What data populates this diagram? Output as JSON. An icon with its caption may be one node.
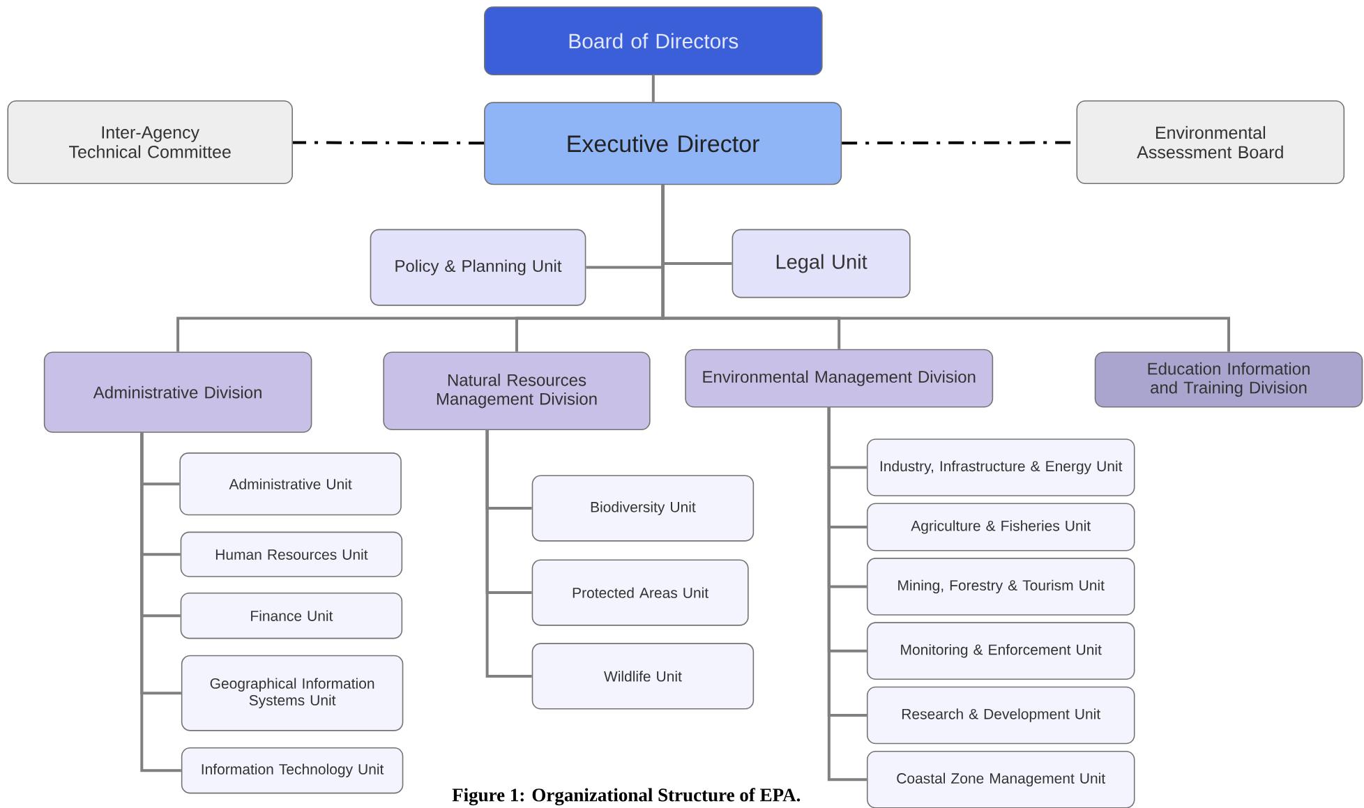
{
  "diagram": {
    "caption": "Figure 1: Organizational Structure of EPA.",
    "nodes": [
      {
        "text": [
          "Board of Directors"
        ]
      },
      {
        "text": [
          "Executive Director"
        ]
      },
      {
        "text": [
          "Inter-Agency Technical Committee"
        ]
      },
      {
        "text": [
          "Environmental Assessment Board"
        ]
      },
      {
        "text": [
          "Policy & Planning Unit"
        ]
      },
      {
        "text": [
          "Legal Unit"
        ]
      },
      {
        "text": [
          "Administrative Division"
        ]
      },
      {
        "text": [
          "Natural Resources Management Division"
        ]
      },
      {
        "text": [
          "Environmental Management Division"
        ]
      },
      {
        "text": [
          "Education Information and Training Division"
        ]
      },
      {
        "text": [
          "Administrative   Unit"
        ]
      },
      {
        "text": [
          "Human Resources Unit"
        ]
      },
      {
        "text": [
          "Finance Unit"
        ]
      },
      {
        "text": [
          "Geographical Information Systems Unit"
        ]
      },
      {
        "text": [
          "Information Technology Unit"
        ]
      },
      {
        "text": [
          "Biodiversity Unit"
        ]
      },
      {
        "text": [
          "Protected Areas Unit"
        ]
      },
      {
        "text": [
          "Wildlife Unit"
        ]
      },
      {
        "text": [
          "Industry, Infrastructure & Energy Unit"
        ]
      },
      {
        "text": [
          "Agriculture & Fisheries Unit"
        ]
      },
      {
        "text": [
          "Mining, Forestry & Tourism Unit"
        ]
      },
      {
        "text": [
          "Monitoring & Enforcement Unit"
        ]
      },
      {
        "text": [
          "Research & Development Unit"
        ]
      },
      {
        "text": [
          "Coastal Zone Management Unit"
        ]
      }
    ],
    "edges": [
      {
        "from": 0,
        "to": 1,
        "arrow": "none"
      },
      {
        "from": 1,
        "to": 2,
        "arrow": "none",
        "style": "dashed",
        "color": "#000000"
      },
      {
        "from": 1,
        "to": 3,
        "arrow": "none",
        "style": "dashed",
        "color": "#000000"
      },
      {
        "from": 1,
        "to": 4,
        "arrow": "none"
      },
      {
        "from": 1,
        "to": 5,
        "arrow": "none"
      },
      {
        "from": 1,
        "to": 6,
        "arrow": "none"
      },
      {
        "from": 1,
        "to": 7,
        "arrow": "none"
      },
      {
        "from": 1,
        "to": 8,
        "arrow": "none"
      },
      {
        "from": 1,
        "to": 9,
        "arrow": "none"
      },
      {
        "from": 6,
        "to": 10,
        "arrow": "none"
      },
      {
        "from": 6,
        "to": 11,
        "arrow": "none"
      },
      {
        "from": 6,
        "to": 12,
        "arrow": "none"
      },
      {
        "from": 6,
        "to": 13,
        "arrow": "none"
      },
      {
        "from": 6,
        "to": 14,
        "arrow": "none"
      },
      {
        "from": 7,
        "to": 15,
        "arrow": "none"
      },
      {
        "from": 7,
        "to": 16,
        "arrow": "none"
      },
      {
        "from": 7,
        "to": 17,
        "arrow": "none"
      },
      {
        "from": 8,
        "to": 18,
        "arrow": "none"
      },
      {
        "from": 8,
        "to": 19,
        "arrow": "none"
      },
      {
        "from": 8,
        "to": 20,
        "arrow": "none"
      },
      {
        "from": 8,
        "to": 21,
        "arrow": "none"
      },
      {
        "from": 8,
        "to": 22,
        "arrow": "none"
      },
      {
        "from": 8,
        "to": 23,
        "arrow": "none"
      }
    ]
  }
}
